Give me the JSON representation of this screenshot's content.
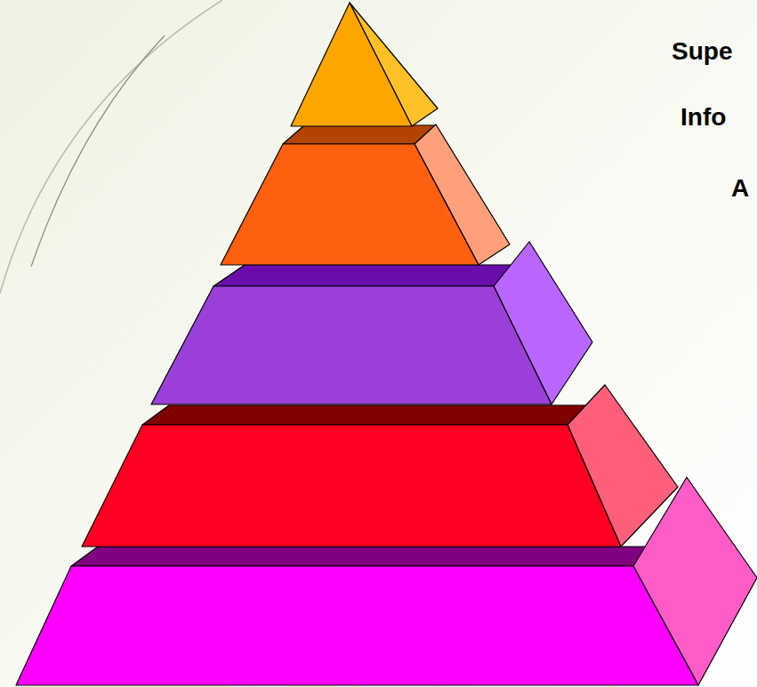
{
  "diagram": {
    "labels": [
      "Supe",
      "Info",
      "A"
    ]
  }
}
